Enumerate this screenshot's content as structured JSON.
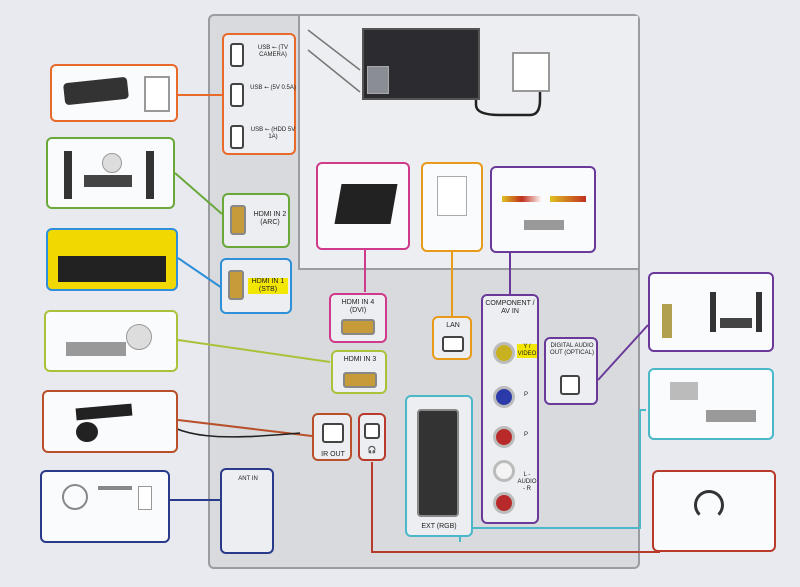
{
  "ports": {
    "usb1": "USB ⭠ (TV CAMERA)",
    "usb2": "USB ⭠ (5V 0.5A)",
    "usb3": "USB ⭠ (HDD 5V 1A)",
    "hdmi2": "HDMI IN 2 (ARC)",
    "hdmi1": "HDMI IN 1 (STB)",
    "hdmi4": "HDMI IN 4 (DVI)",
    "hdmi3": "HDMI IN 3",
    "lan": "LAN",
    "component": "COMPONENT / AV IN",
    "digital_audio": "DIGITAL AUDIO OUT (OPTICAL)",
    "ir_out": "IR OUT",
    "ext": "EXT (RGB)",
    "ant": "ANT IN",
    "video": "Y / VIDEO",
    "pb": "P",
    "pr": "P",
    "audio_l": "L - AUDIO - R"
  },
  "colors": {
    "orange": "#e86a2a",
    "green": "#6aa83a",
    "blue": "#2f8fd8",
    "lime": "#a9c23a",
    "magenta": "#d03a8a",
    "amber": "#e89a1a",
    "purple": "#6a3a9a",
    "cyan": "#4ab8c8",
    "red": "#b83a2a",
    "navy": "#2a3a8a",
    "brown": "#b8502a"
  }
}
